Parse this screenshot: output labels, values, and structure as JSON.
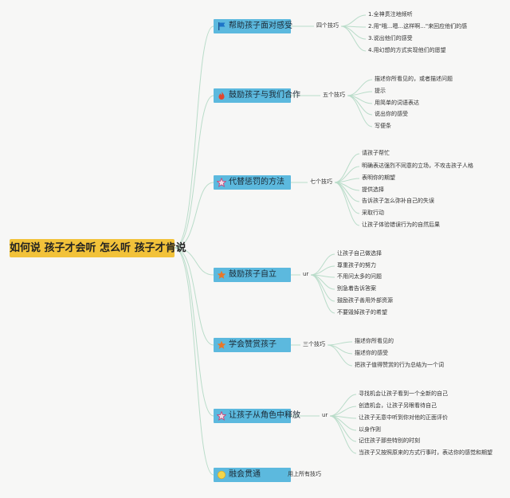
{
  "root": {
    "label": "如何说 孩子才会听 怎么听 孩子才肯说"
  },
  "branches": [
    {
      "label": "帮助孩子面对感受",
      "icon": "flag-icon",
      "connector": "四个技巧",
      "leaves": [
        "1.全神贯注地倾听",
        "2.用\"哦...嗯...这样啊...\"来回应他们的感",
        "3.说出他们的感受",
        "4.用幻想的方式实现他们的愿望"
      ]
    },
    {
      "label": "鼓励孩子与我们合作",
      "icon": "flame-icon",
      "connector": "五个技巧",
      "leaves": [
        "描述你所看见的，或者描述问题",
        "提示",
        "用简单的词语表达",
        "说出你的感受",
        "写便条"
      ]
    },
    {
      "label": "代替惩罚的方法",
      "icon": "star-outline-icon",
      "connector": "七个技巧",
      "leaves": [
        "请孩子帮忙",
        "明确表达强烈不同意的立场，不攻击孩子人格",
        "表明你的期望",
        "提供选择",
        "告诉孩子怎么弥补自己的失误",
        "采取行动",
        "让孩子体验错误行为的自然后果"
      ]
    },
    {
      "label": "鼓励孩子自立",
      "icon": "star-icon",
      "connector": "ur",
      "leaves": [
        "让孩子自己做选择",
        "尊重孩子的努力",
        "不用问太多的问题",
        "别急着告诉答案",
        "鼓励孩子善用外部资源",
        "不要毁掉孩子的希望"
      ]
    },
    {
      "label": "学会赞赏孩子",
      "icon": "star-icon",
      "connector": "三个技巧",
      "leaves": [
        "描述你所看见的",
        "描述你的感受",
        "把孩子值得赞赏的行为总结为一个词"
      ]
    },
    {
      "label": "让孩子从角色中释放",
      "icon": "star-outline-icon",
      "connector": "ur",
      "leaves": [
        "寻找机会让孩子看到一个全新的自己",
        "创造机会，让孩子另眼看待自己",
        "让孩子无意中听到你对他的正面评价",
        "以身作则",
        "记住孩子那些特别的时刻",
        "当孩子又按照原来的方式行事时，表达你的感觉和期望"
      ]
    },
    {
      "label": "融会贯通",
      "icon": "circle-icon",
      "connector": "用上所有技巧",
      "leaves": []
    }
  ]
}
